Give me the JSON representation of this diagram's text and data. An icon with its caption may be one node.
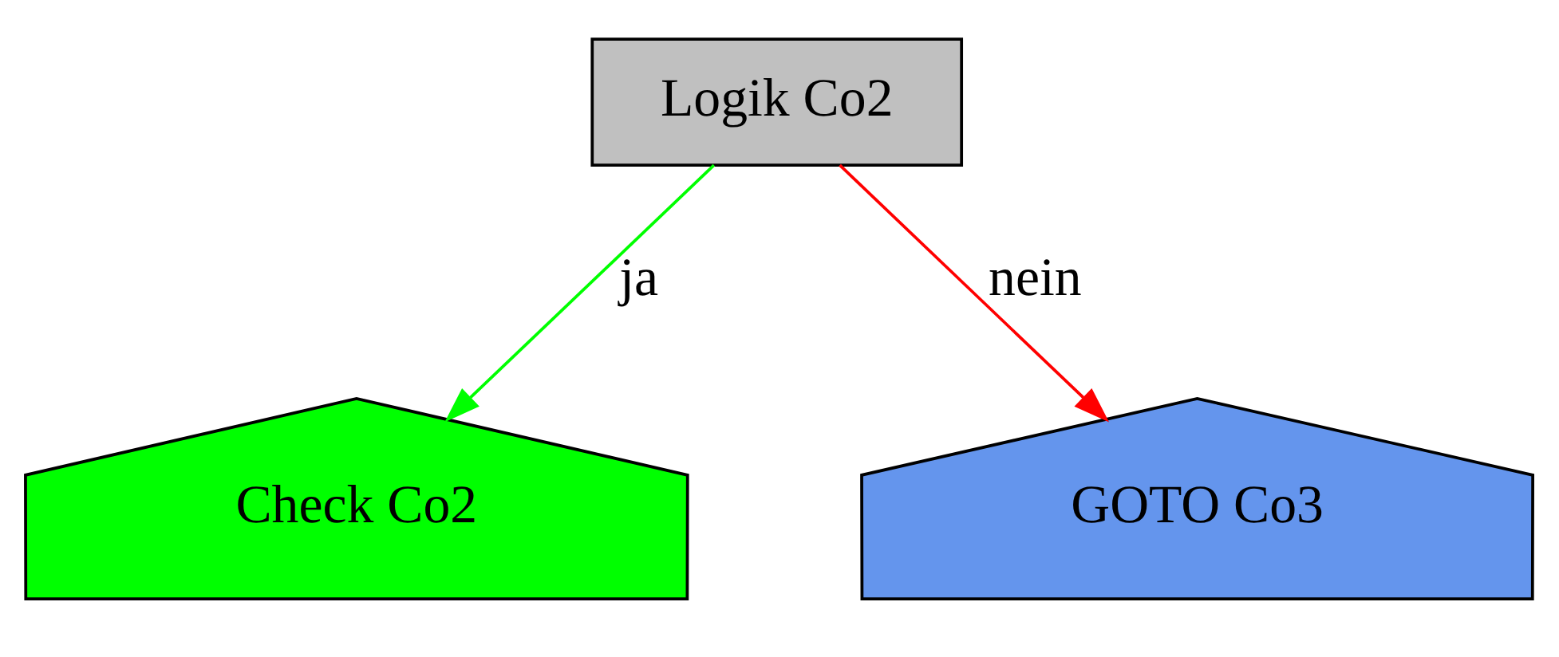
{
  "diagram": {
    "nodes": [
      {
        "text": [
          "Logik Co2"
        ]
      },
      {
        "text": [
          "Check Co2"
        ]
      },
      {
        "text": [
          "GOTO Co3"
        ]
      }
    ],
    "edges": [
      {
        "from": 0,
        "to": 1,
        "arrow": "to",
        "label": "ja",
        "color": "#00ff00"
      },
      {
        "from": 0,
        "to": 2,
        "arrow": "to",
        "label": "nein",
        "color": "#ff0000"
      }
    ]
  }
}
